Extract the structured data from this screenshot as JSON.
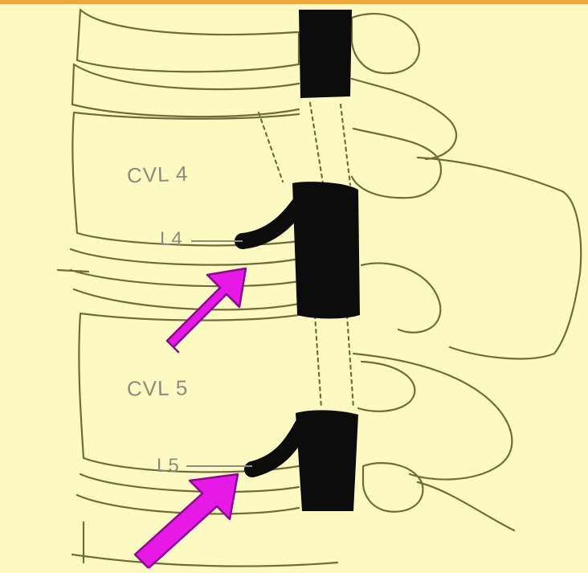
{
  "labels": {
    "vertebra_upper": "CVL 4",
    "vertebra_lower": "CVL 5",
    "root_upper": "L4",
    "root_lower": "L5"
  },
  "colors": {
    "background": "#fdf9c2",
    "top_bar": "#f0a83a",
    "outline": "#6f6c3c",
    "nerve": "#0c0c0c",
    "arrow": "#e619e6",
    "arrow_outline": "#8a0a8a",
    "label_text": "#8c8c7a"
  },
  "icons": {
    "pointer_upper": "magenta-arrow-icon",
    "pointer_lower": "magenta-arrow-icon"
  }
}
